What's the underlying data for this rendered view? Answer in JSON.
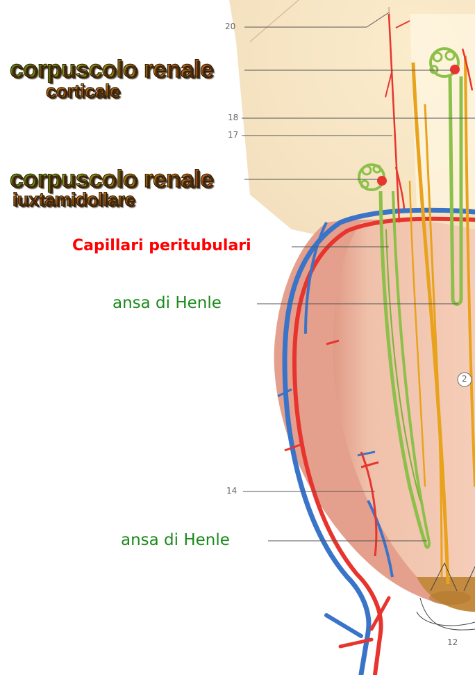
{
  "labels": {
    "corpuscolo_corticale": {
      "line1": "corpuscolo renale",
      "line2": "corticale"
    },
    "corpuscolo_iuxtamidollare": {
      "line1": "corpuscolo renale",
      "line2": "iuxtamidollare"
    },
    "capillari": "Capillari peritubulari",
    "ansa_henle_top": "ansa di Henle",
    "ansa_henle_bottom": "ansa di Henle"
  },
  "numbers": {
    "n20": "20",
    "n18": "18",
    "n17": "17",
    "n14": "14",
    "n12": "12",
    "n2": "2"
  },
  "colors": {
    "artery": "#e8342e",
    "vein": "#3a74c9",
    "tubule": "#8cc04a",
    "collecting_duct": "#e8a21c",
    "medulla": "#f1c3ad",
    "cortex": "#f7e6c6",
    "leader_line": "#555555"
  }
}
